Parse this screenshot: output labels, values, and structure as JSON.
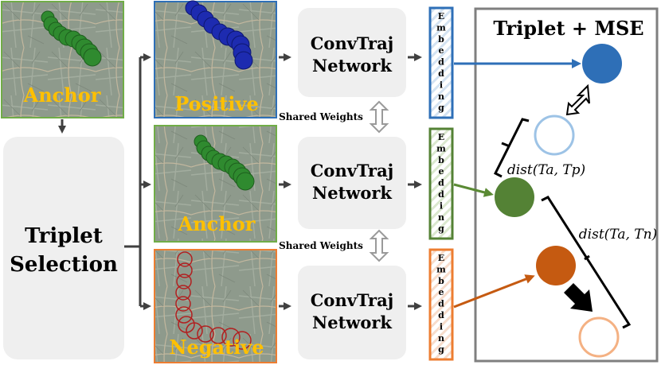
{
  "images": {
    "anchor_top": "Anchor",
    "positive": "Positive",
    "anchor_mid": "Anchor",
    "negative": "Negative"
  },
  "triplet_selection": [
    "Triplet",
    "Selection"
  ],
  "networks": [
    [
      "ConvTraj",
      "Network"
    ],
    [
      "ConvTraj",
      "Network"
    ],
    [
      "ConvTraj",
      "Network"
    ]
  ],
  "shared_weights": [
    "Shared Weights",
    "Shared Weights"
  ],
  "embedding_letters": [
    "E",
    "m",
    "b",
    "e",
    "d",
    "d",
    "i",
    "n",
    "g"
  ],
  "loss_box": {
    "title": "Triplet + MSE",
    "dist_ap": "dist(Ta, Tp)",
    "dist_an": "dist(Ta, Tn)"
  },
  "colors": {
    "anchor_green": "#5a8a34",
    "positive_blue": "#2e6fb7",
    "negative_orange": "#c55a11",
    "label_yellow": "#ffc000",
    "network_gray": "#efefef",
    "arrow_gray": "#404040"
  }
}
